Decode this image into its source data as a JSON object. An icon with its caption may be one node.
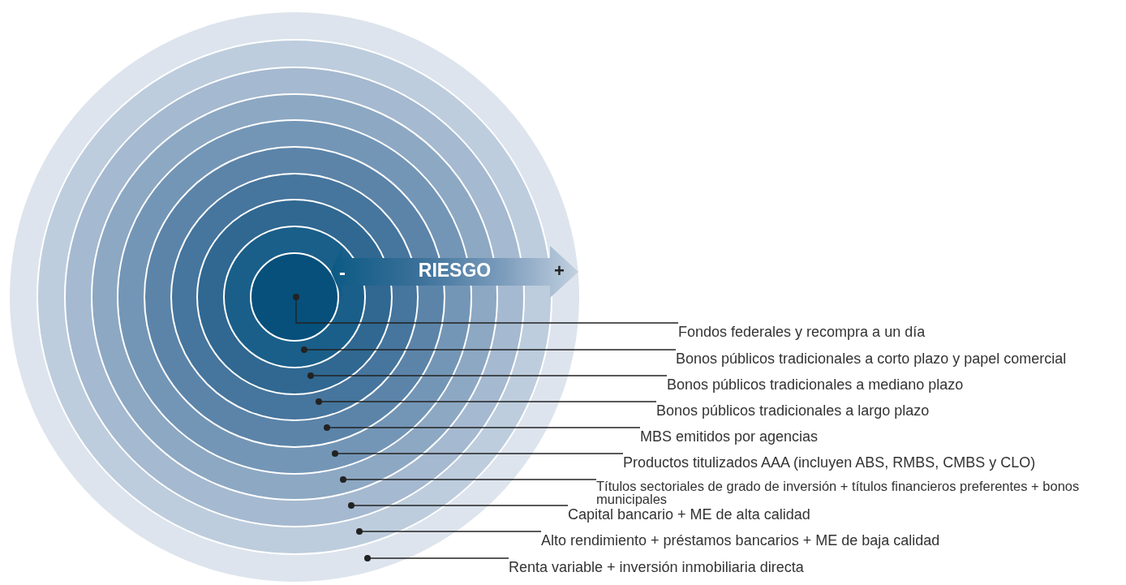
{
  "diagram": {
    "nodes": [
      {
        "text": [],
        "shape": "circle"
      },
      {
        "text": [],
        "shape": "circle",
        "in": 0
      },
      {
        "text": [],
        "shape": "circle",
        "in": 1
      },
      {
        "text": [],
        "shape": "circle",
        "in": 2
      },
      {
        "text": [],
        "shape": "circle",
        "in": 3
      },
      {
        "text": [],
        "shape": "circle",
        "in": 4
      },
      {
        "text": [],
        "shape": "circle",
        "in": 5
      },
      {
        "text": [],
        "shape": "circle",
        "in": 6
      },
      {
        "text": [],
        "shape": "circle",
        "in": 7
      },
      {
        "text": [],
        "shape": "circle",
        "in": 8
      },
      {
        "text": [
          "-",
          "RIESGO",
          "+"
        ],
        "in": 0
      },
      {
        "text": [
          "Fondos federales y recompra a un día"
        ]
      },
      {
        "text": [
          "Bonos públicos tradicionales a corto plazo y papel comercial"
        ]
      },
      {
        "text": [
          "Bonos públicos tradicionales a mediano plazo"
        ]
      },
      {
        "text": [
          "Bonos públicos tradicionales a largo plazo"
        ]
      },
      {
        "text": [
          "MBS emitidos por agencias"
        ]
      },
      {
        "text": [
          "Productos titulizados AAA (incluyen ABS, RMBS, CMBS y CLO)"
        ]
      },
      {
        "text": [
          "Títulos sectoriales de grado de inversión + títulos financieros preferentes + bonos municipales"
        ]
      },
      {
        "text": [
          "Capital bancario + ME de alta calidad"
        ]
      },
      {
        "text": [
          "Alto rendimiento + préstamos bancarios + ME de baja calidad"
        ]
      },
      {
        "text": [
          "Renta variable + inversión inmobiliaria directa"
        ]
      }
    ],
    "edges": [
      {
        "from": 11,
        "to": 9,
        "arrow": "other"
      },
      {
        "from": 12,
        "to": 8,
        "arrow": "other"
      },
      {
        "from": 13,
        "to": 7,
        "arrow": "other"
      },
      {
        "from": 14,
        "to": 6,
        "arrow": "other"
      },
      {
        "from": 15,
        "to": 5,
        "arrow": "other"
      },
      {
        "from": 16,
        "to": 4,
        "arrow": "other"
      },
      {
        "from": 17,
        "to": 3,
        "arrow": "other"
      },
      {
        "from": 18,
        "to": 2,
        "arrow": "other"
      },
      {
        "from": 19,
        "to": 1,
        "arrow": "other"
      },
      {
        "from": 20,
        "to": 0,
        "arrow": "other"
      }
    ]
  }
}
